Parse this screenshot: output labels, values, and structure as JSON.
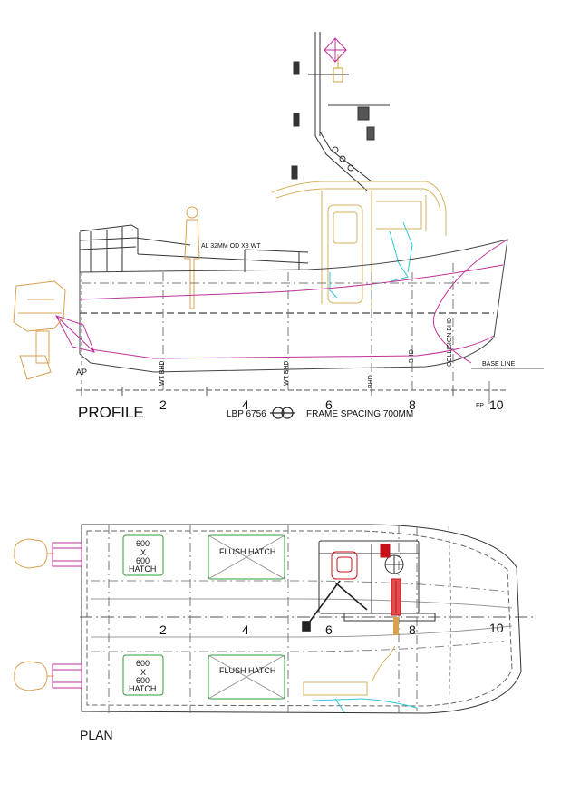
{
  "profile": {
    "title": "PROFILE",
    "lbp": "LBP 6756",
    "frame_spacing": "FRAME SPACING 700MM",
    "rail_note": "AL 32MM OD X3 WT",
    "ap": "AP",
    "fp": "FP",
    "base_line": "BASE LINE",
    "collision_bhd": "COLLISION BHD",
    "wt_bhd": "WT BHD",
    "bhd": "BHD",
    "frames": [
      "2",
      "4",
      "6",
      "8",
      "10"
    ]
  },
  "plan": {
    "title": "PLAN",
    "flush_hatch": "FLUSH HATCH",
    "hatch_600": "600",
    "hatch_x": "X",
    "hatch_word": "HATCH",
    "frames": [
      "2",
      "4",
      "6",
      "8",
      "10"
    ]
  },
  "colors": {
    "line": "#333333",
    "hull_magenta": "#c0309a",
    "outboard": "#d9a050",
    "hatch_green": "#2e9e3a",
    "seat_red": "#c8101a",
    "helm_cyan": "#2ec8d8",
    "cabin_gold": "#d9b060"
  }
}
